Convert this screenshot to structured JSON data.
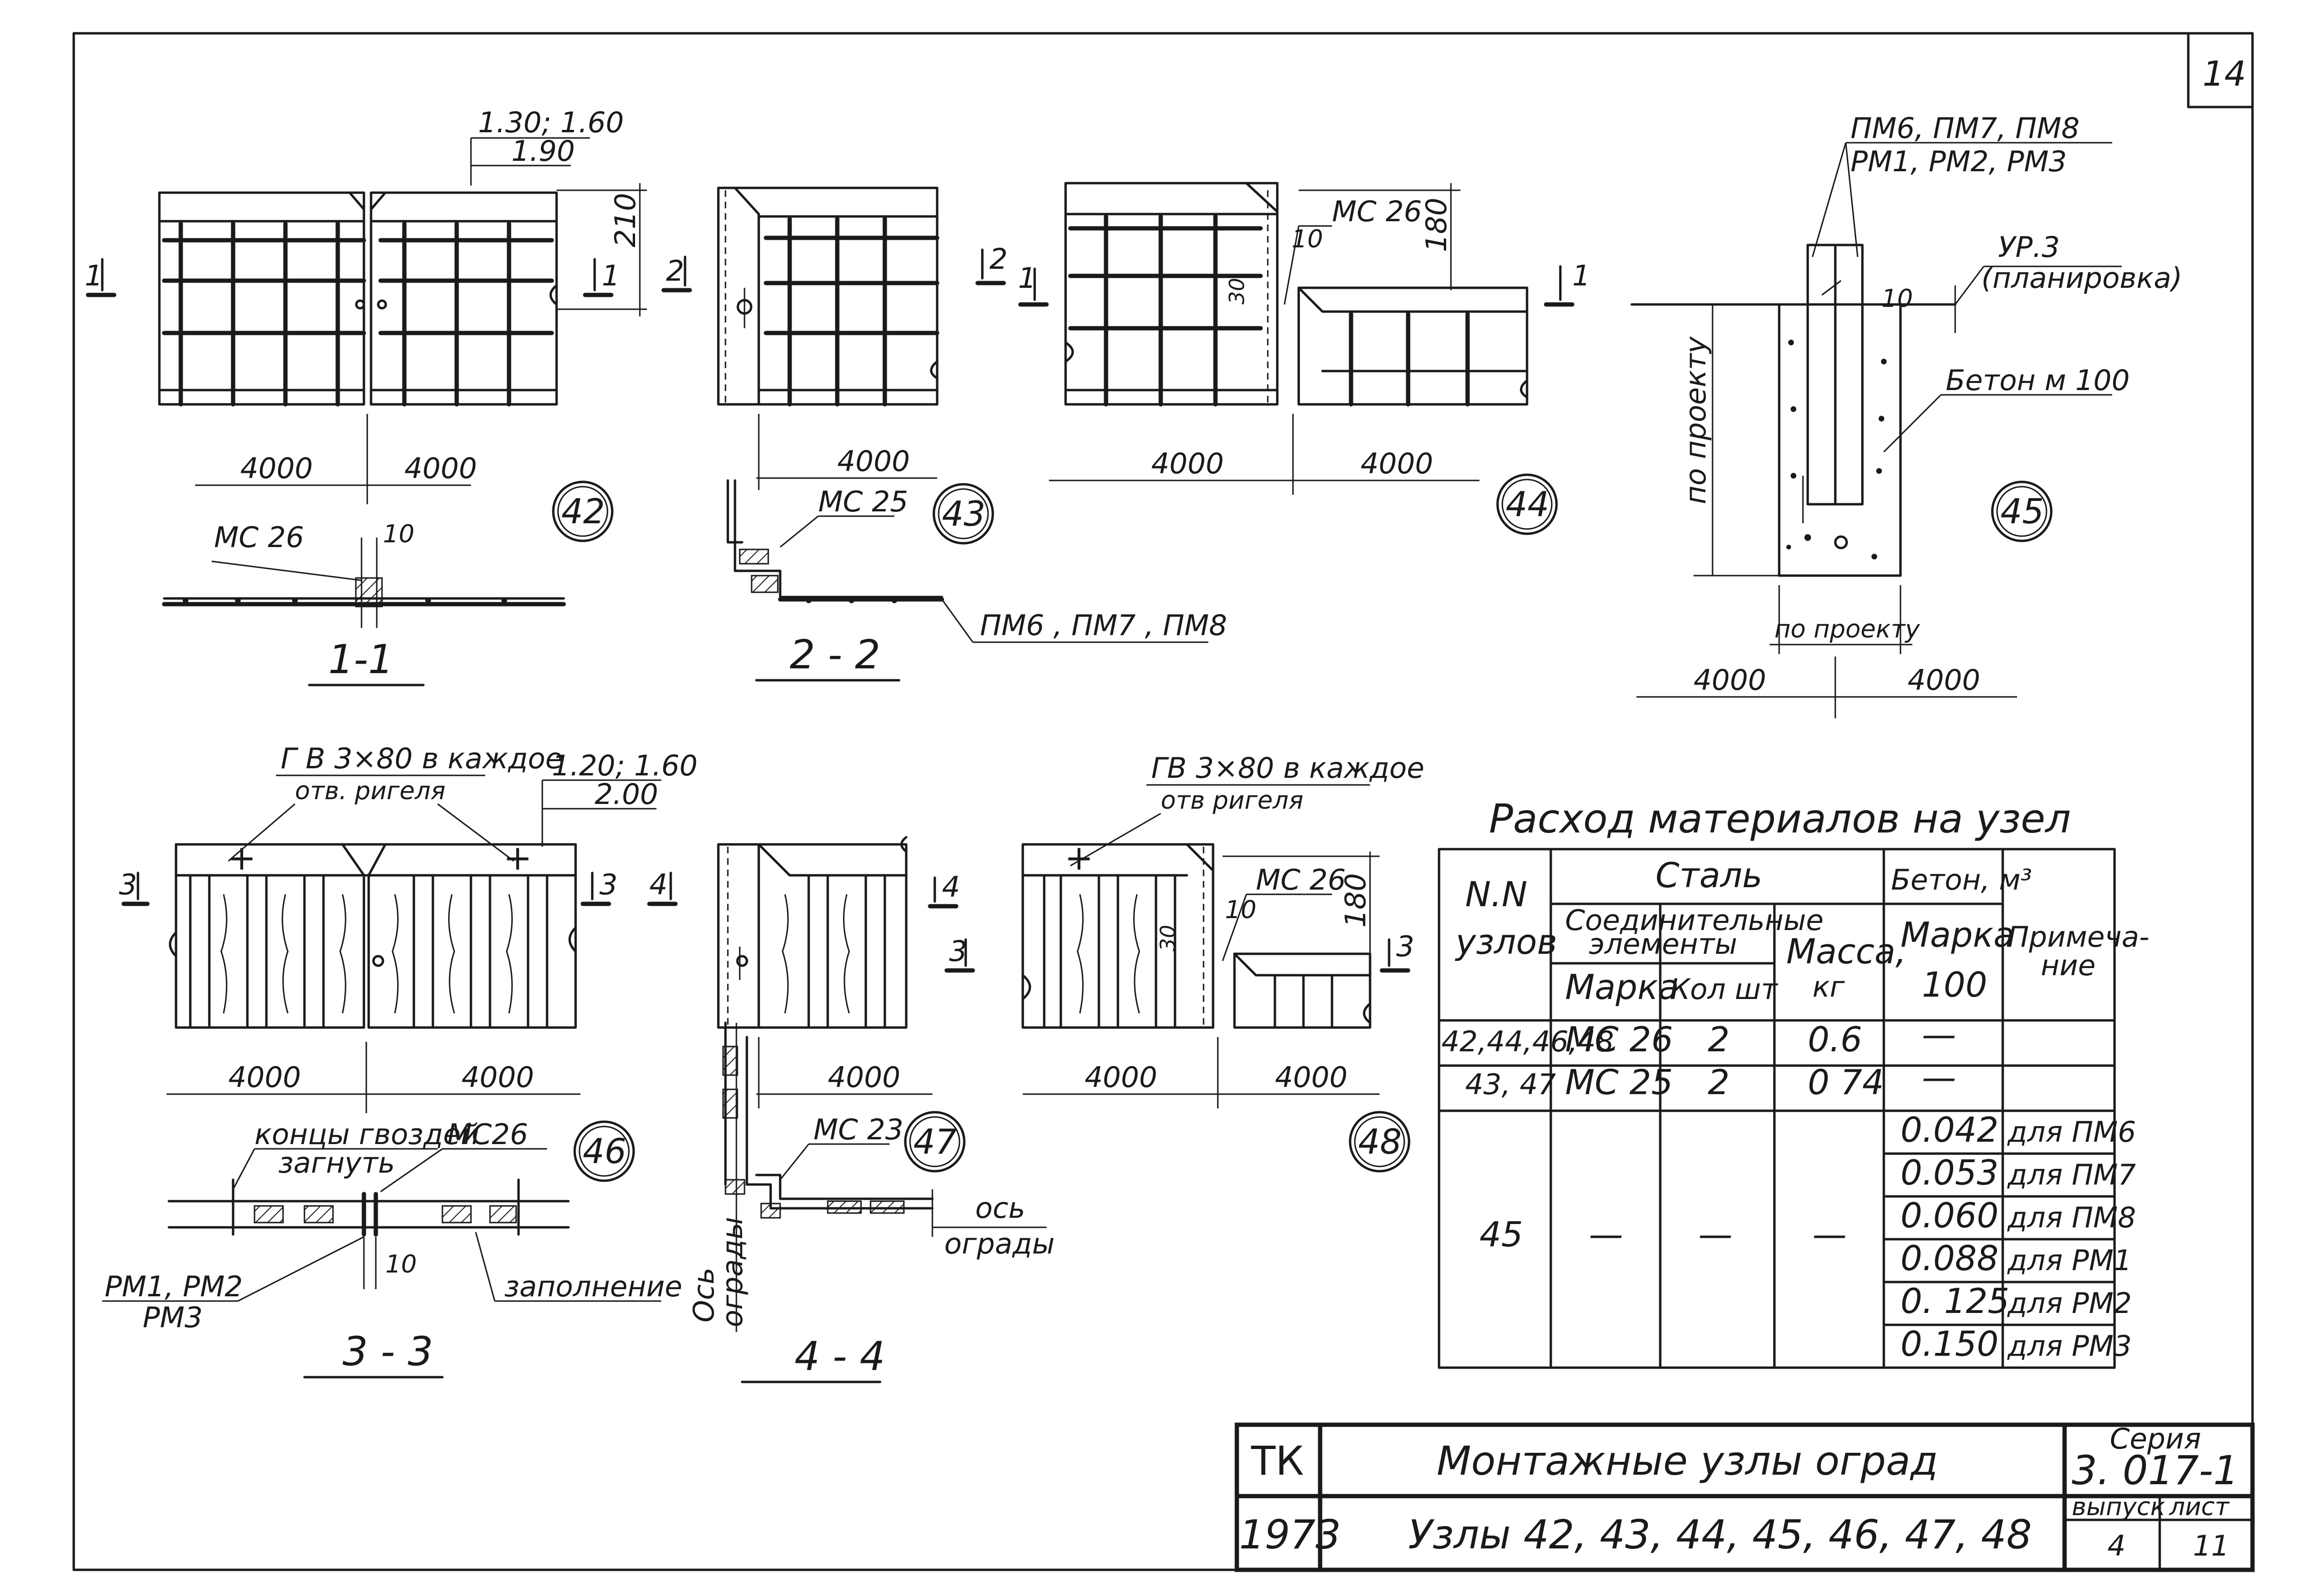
{
  "sheet_number": "14",
  "node42": {
    "dims_top": "1.30; 1.60",
    "dims_bottom": "1.90",
    "height": "210",
    "span_left": "4000",
    "span_right": "4000",
    "section_num": "1",
    "node_label": "42",
    "section_part": "МС 26",
    "gap": "10",
    "section_title": "1-1"
  },
  "node43": {
    "section_num": "2",
    "span": "4000",
    "node_label": "43",
    "part": "МС 25",
    "posts": "ПМ6 , ПМ7 , ПМ8",
    "section_title": "2 - 2"
  },
  "node44": {
    "part": "МС 26",
    "height": "180",
    "gap": "10",
    "offset": "30",
    "section_num": "1",
    "span_left": "4000",
    "span_right": "4000",
    "node_label": "44"
  },
  "node45": {
    "posts_line1": "ПМ6, ПМ7, ПМ8",
    "posts_line2": "РМ1, РМ2, РМ3",
    "level_line1": "УР.3",
    "level_line2": "(планировка)",
    "gap": "10",
    "concrete": "Бетон м 100",
    "depth": "по проекту",
    "width": "по проекту",
    "span_left": "4000",
    "span_right": "4000",
    "node_label": "45"
  },
  "node46": {
    "note_line1": "Г В 3×80 в каждое",
    "note_line2": "отв. ригеля",
    "dims_top": "1.20; 1.60",
    "dims_bottom": "2.00",
    "section_num": "3",
    "span_left": "4000",
    "span_right": "4000",
    "nails_line1": "концы гвоздей",
    "nails_line2": "загнуть",
    "part": "МС26",
    "node_label": "46",
    "posts_line1": "РМ1, РМ2",
    "posts_line2": "РМ3",
    "gap": "10",
    "fill": "заполнение",
    "section_title": "3 - 3"
  },
  "node47": {
    "section_num": "4",
    "span": "4000",
    "part": "МС 23",
    "node_label": "47",
    "axis_line1": "ось",
    "axis_line2": "ограды",
    "axis_v_line1": "Ось",
    "axis_v_line2": "ограды",
    "section_title": "4 - 4"
  },
  "node48": {
    "note_line1": "ГВ 3×80 в каждое",
    "note_line2": "отв ригеля",
    "part": "МС 26",
    "height": "180",
    "gap": "10",
    "offset": "30",
    "section_num_left": "3",
    "section_num_right": "3",
    "span_left": "4000",
    "span_right": "4000",
    "node_label": "48"
  },
  "table": {
    "title": "Расход материалов на узел",
    "h_nodes_line1": "N.N",
    "h_nodes_line2": "узлов",
    "h_steel": "Сталь",
    "h_conn_line1": "Соединительные",
    "h_conn_line2": "элементы",
    "h_mark": "Марка",
    "h_qty": "Кол шт",
    "h_mass_line1": "Масса,",
    "h_mass_line2": "кг",
    "h_concrete": "Бетон, м³",
    "h_cmark": "Марка",
    "h_c100": "100",
    "h_note_line1": "Примеча-",
    "h_note_line2": "ние",
    "rows": [
      {
        "nodes": "42,44,46,48",
        "mark": "МС 26",
        "qty": "2",
        "mass": "0.6",
        "concrete": "—",
        "note": ""
      },
      {
        "nodes": "43, 47",
        "mark": "МС 25",
        "qty": "2",
        "mass": "0 74",
        "concrete": "—",
        "note": ""
      }
    ],
    "group45": {
      "nodes": "45",
      "mark": "—",
      "qty": "—",
      "mass": "—",
      "sub": [
        {
          "concrete": "0.042",
          "note": "для ПМ6"
        },
        {
          "concrete": "0.053",
          "note": "для ПМ7"
        },
        {
          "concrete": "0.060",
          "note": "для ПМ8"
        },
        {
          "concrete": "0.088",
          "note": "для РМ1"
        },
        {
          "concrete": "0. 125",
          "note": "для РМ2"
        },
        {
          "concrete": "0.150",
          "note": "для РМ3"
        }
      ]
    }
  },
  "title_block": {
    "org": "ТК",
    "year": "1973",
    "title": "Монтажные узлы оград",
    "subtitle": "Узлы 42, 43, 44, 45, 46, 47, 48",
    "series_label": "Серия",
    "series": "3. 017-1",
    "issue_label": "выпуск",
    "issue": "4",
    "sheet_label": "лист",
    "sheet": "11"
  }
}
